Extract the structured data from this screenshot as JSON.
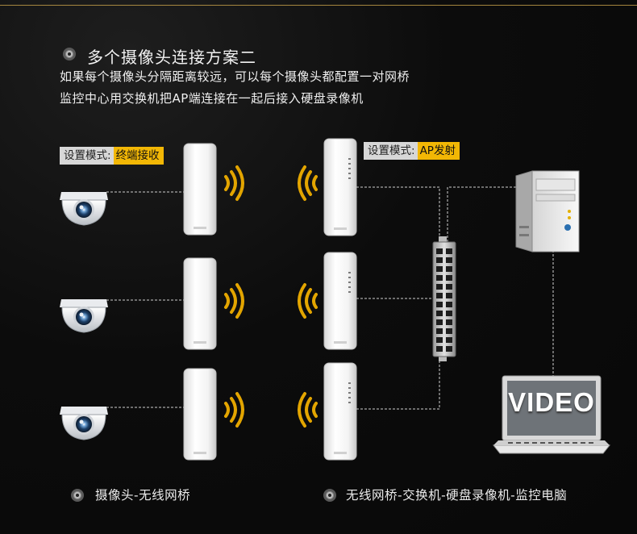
{
  "title": "多个摄像头连接方案二",
  "desc_line1": "如果每个摄像头分隔距离较远，可以每个摄像头都配置一对网桥",
  "desc_line2": "监控中心用交换机把AP端连接在一起后接入硬盘录像机",
  "mode_left": {
    "key": "设置模式:",
    "value": "终端接收"
  },
  "mode_right": {
    "key": "设置模式:",
    "value": "AP发射"
  },
  "monitor_text": "VIDEO",
  "footer_left": "摄像头-无线网桥",
  "footer_right": "无线网桥-交换机-硬盘录像机-监控电脑",
  "colors": {
    "accent": "#f2b705",
    "signal": "#e3a500",
    "line": "#cfcfcf"
  }
}
